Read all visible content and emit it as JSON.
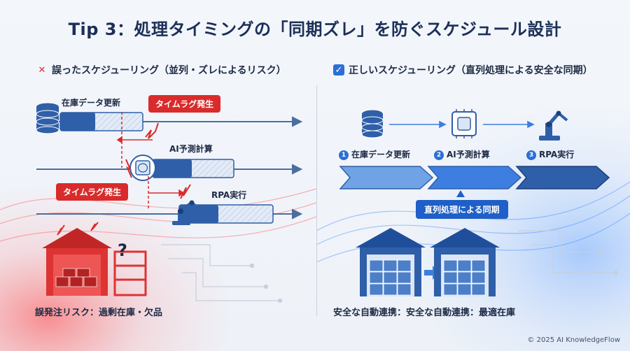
{
  "title": "Tip 3：処理タイミングの「同期ズレ」を防ぐスケジュール設計",
  "left": {
    "heading": "誤ったスケジューリング（並列・ズレによるリスク）",
    "task1_label": "在庫データ更新",
    "task2_label": "AI予測計算",
    "task3_label": "RPA実行",
    "lag_badge_1": "タイムラグ発生",
    "lag_badge_2": "タイムラグ発生",
    "question_mark": "?",
    "caption": "誤発注リスク：過剰在庫・欠品"
  },
  "right": {
    "heading": "正しいスケジューリング（直列処理による安全な同期）",
    "step1_num": "1",
    "step1_label": "在庫データ更新",
    "step2_num": "2",
    "step2_label": "AI予測計算",
    "step3_num": "3",
    "step3_label": "RPA実行",
    "sync_badge": "直列処理による同期",
    "caption": "安全な自動連携：安全な自動連携：最適在庫"
  },
  "copyright": "© 2025 AI KnowledgeFlow",
  "colors": {
    "navy": "#1c2f57",
    "red": "#d92b2b",
    "blue": "#2b6fd6",
    "bar_fill": "#2f5fa8",
    "bar_light": "#dbe6f5"
  },
  "icons": [
    "cross-icon",
    "check-icon",
    "database-icon",
    "ai-chip-icon",
    "robot-arm-icon",
    "warehouse-icon",
    "lightning-icon"
  ]
}
